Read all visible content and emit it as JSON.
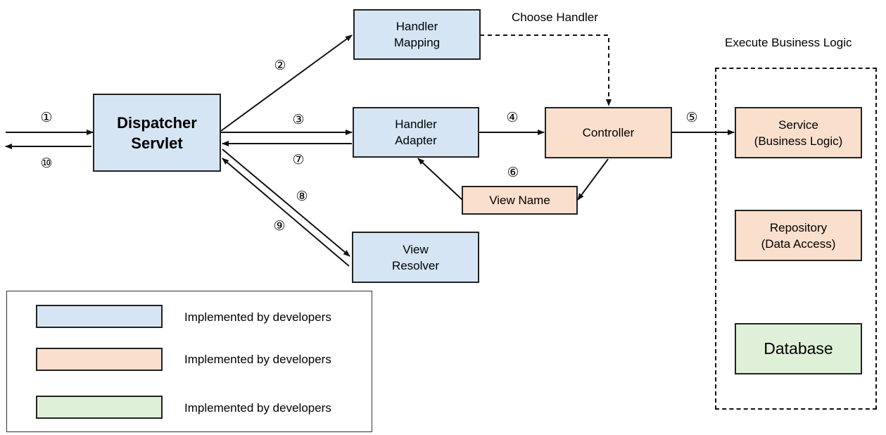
{
  "nodes": {
    "dispatcher": "Dispatcher\nServlet",
    "handler_mapping": "Handler\nMapping",
    "handler_adapter": "Handler\nAdapter",
    "view_resolver": "View\nResolver",
    "controller": "Controller",
    "view_name": "View Name",
    "service": "Service\n(Business Logic)",
    "repository": "Repository\n(Data Access)",
    "database": "Database"
  },
  "labels": {
    "choose_handler": "Choose Handler",
    "execute_business_logic": "Execute Business Logic"
  },
  "steps": [
    "①",
    "②",
    "③",
    "④",
    "⑤",
    "⑥",
    "⑦",
    "⑧",
    "⑨",
    "⑩"
  ],
  "legend": [
    {
      "color": "#d6e5f3",
      "text": "Implemented by developers"
    },
    {
      "color": "#fadfcd",
      "text": "Implemented by developers"
    },
    {
      "color": "#dff0d8",
      "text": "Implemented by developers"
    }
  ],
  "colors": {
    "blue": "#d6e5f3",
    "orange": "#fadfcd",
    "green": "#dff0d8",
    "line": "#111111"
  }
}
